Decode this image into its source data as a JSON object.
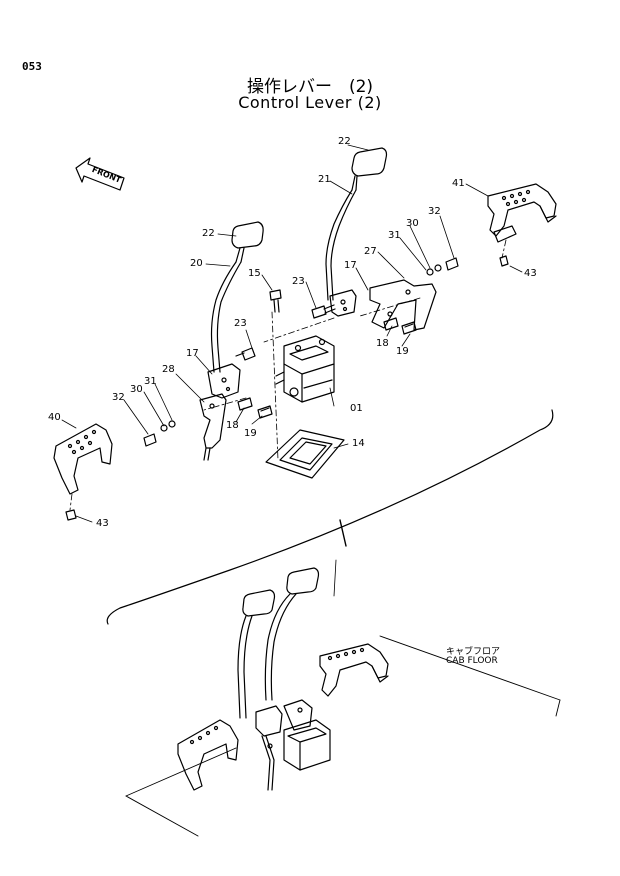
{
  "page_code": "053",
  "title_jp": "操作レバー　(2)",
  "title_en": "Control Lever (2)",
  "front_label": "FRONT",
  "cab_floor_jp": "キャブフロア",
  "cab_floor_en": "CAB FLOOR",
  "callouts": {
    "c22a": "22",
    "c21": "21",
    "c41": "41",
    "c22b": "22",
    "c20": "20",
    "c30a": "30",
    "c32a": "32",
    "c31a": "31",
    "c27": "27",
    "c17a": "17",
    "c15": "15",
    "c23a": "23",
    "c43a": "43",
    "c23b": "23",
    "c18a": "18",
    "c19a": "19",
    "c17b": "17",
    "c28": "28",
    "c31b": "31",
    "c30b": "30",
    "c32b": "32",
    "c01": "01",
    "c40": "40",
    "c18b": "18",
    "c19b": "19",
    "c14": "14",
    "c43b": "43"
  }
}
